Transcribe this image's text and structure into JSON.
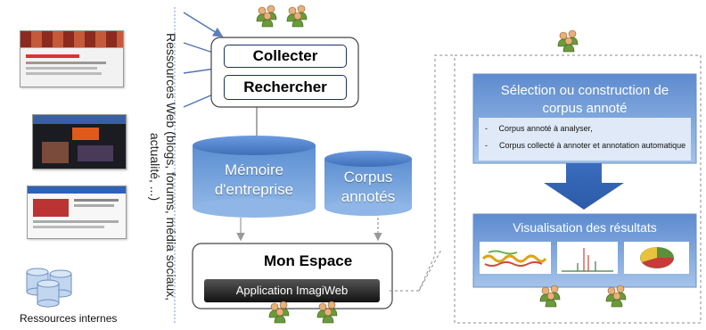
{
  "left": {
    "web_resources_label": "Ressources Web (blogs, forums, média sociaux, actualité, ...)",
    "internal_resources_label": "Ressources internes"
  },
  "collect_box": {
    "collect_label": "Collecter",
    "search_label": "Rechercher"
  },
  "storage": {
    "enterprise_memory_label": "Mémoire d'entreprise",
    "annotated_corpora_label": "Corpus annotés"
  },
  "workspace": {
    "title": "Mon Espace",
    "app_label": "Application ImagiWeb"
  },
  "right_panel": {
    "selection_title": "Sélection ou construction de corpus annoté",
    "bullets": [
      "Corpus annoté à analyser,",
      "Corpus collecté à annoter et annotation automatique"
    ],
    "results_title": "Visualisation des résultats"
  },
  "colors": {
    "blue_dark": "#3f6fb3",
    "blue_light": "#8db3e2",
    "navy": "#1a2f66"
  },
  "icons": [
    "users-icon",
    "database-icon",
    "arrow-down-icon",
    "screenshot-thumbnail"
  ]
}
